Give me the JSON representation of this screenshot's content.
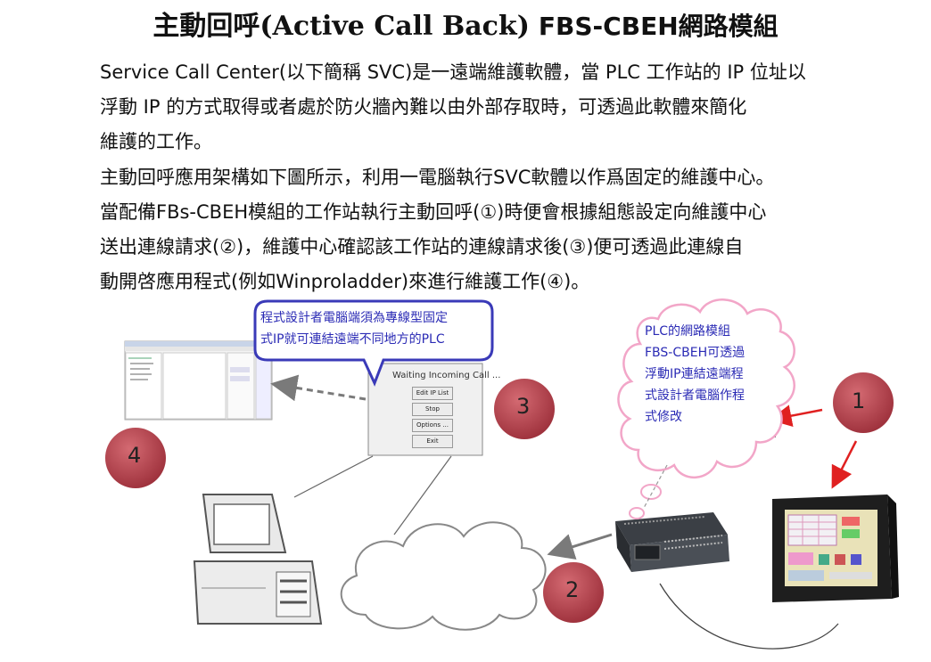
{
  "title": {
    "part1": "主動回呼(Active Call Back)",
    "part2": "FBS-CBEH網路模組"
  },
  "paragraph1": [
    "Service Call Center(以下簡稱 SVC)是一遠端維護軟體，當 PLC 工作站的 IP 位址以",
    "浮動 IP 的方式取得或者處於防火牆內難以由外部存取時，可透過此軟體來簡化",
    "維護的工作。"
  ],
  "paragraph2": [
    "主動回呼應用架構如下圖所示，利用一電腦執行SVC軟體以作爲固定的維護中心。",
    "當配備FBs-CBEH模組的工作站執行主動回呼(①)時便會根據組態設定向維護中心",
    "送出連線請求(②)，維護中心確認該工作站的連線請求後(③)便可透過此連線自",
    "動開啓應用程式(例如Winproladder)來進行維護工作(④)。"
  ],
  "bubble_programmer": [
    "程式設計者電腦端須為專線型固定",
    "式IP就可連結遠端不同地方的PLC"
  ],
  "bubble_plc": [
    "PLC的網路模組",
    "FBS-CBEH可透過",
    "浮動IP連結遠端程",
    "式設計者電腦作程",
    "式修改"
  ],
  "steps": [
    "1",
    "2",
    "3",
    "4"
  ],
  "dialog": {
    "title": "Waiting Incoming Call ...",
    "buttons": [
      "Edit IP List",
      "Stop",
      "Options ...",
      "Exit"
    ]
  },
  "colors": {
    "step_circle": "#b5404a",
    "bubble_blue": "#3a3ab8",
    "bubble_pink": "#f2a6c8",
    "arrow_red": "#e02020",
    "arrow_gray": "#7a7a7a"
  }
}
